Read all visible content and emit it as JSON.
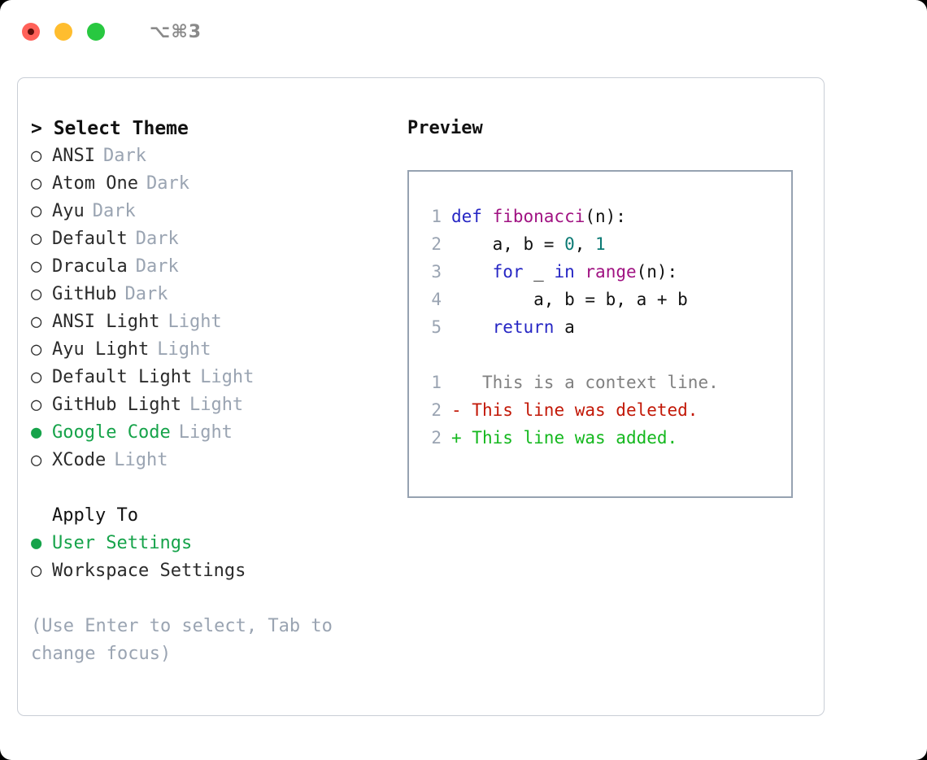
{
  "window": {
    "traffic_lights": [
      "close-button",
      "minimize-button",
      "maximize-button"
    ],
    "shortcut_label": "⌥⌘3"
  },
  "theme_picker": {
    "header": "> Select Theme",
    "options": [
      {
        "marker": "○",
        "name": "ANSI",
        "kind": "Dark",
        "selected": false
      },
      {
        "marker": "○",
        "name": "Atom One",
        "kind": "Dark",
        "selected": false
      },
      {
        "marker": "○",
        "name": "Ayu",
        "kind": "Dark",
        "selected": false
      },
      {
        "marker": "○",
        "name": "Default",
        "kind": "Dark",
        "selected": false
      },
      {
        "marker": "○",
        "name": "Dracula",
        "kind": "Dark",
        "selected": false
      },
      {
        "marker": "○",
        "name": "GitHub",
        "kind": "Dark",
        "selected": false
      },
      {
        "marker": "○",
        "name": "ANSI Light",
        "kind": "Light",
        "selected": false
      },
      {
        "marker": "○",
        "name": "Ayu Light",
        "kind": "Light",
        "selected": false
      },
      {
        "marker": "○",
        "name": "Default Light",
        "kind": "Light",
        "selected": false
      },
      {
        "marker": "○",
        "name": "GitHub Light",
        "kind": "Light",
        "selected": false
      },
      {
        "marker": "●",
        "name": "Google Code",
        "kind": "Light",
        "selected": true
      },
      {
        "marker": "○",
        "name": "XCode",
        "kind": "Light",
        "selected": false
      }
    ]
  },
  "apply_to": {
    "header": "Apply To",
    "options": [
      {
        "marker": "●",
        "name": "User Settings",
        "selected": true
      },
      {
        "marker": "○",
        "name": "Workspace Settings",
        "selected": false
      }
    ]
  },
  "hint": "(Use Enter to select, Tab to change focus)",
  "preview": {
    "title": "Preview",
    "code_lines": [
      {
        "no": "1",
        "tokens": [
          {
            "t": "def ",
            "c": "kw"
          },
          {
            "t": "fibonacci",
            "c": "fn"
          },
          {
            "t": "(n):",
            "c": "plain"
          }
        ]
      },
      {
        "no": "2",
        "tokens": [
          {
            "t": "    a, b = ",
            "c": "plain"
          },
          {
            "t": "0",
            "c": "num"
          },
          {
            "t": ", ",
            "c": "plain"
          },
          {
            "t": "1",
            "c": "num"
          }
        ]
      },
      {
        "no": "3",
        "tokens": [
          {
            "t": "    ",
            "c": "plain"
          },
          {
            "t": "for",
            "c": "kw"
          },
          {
            "t": " _ ",
            "c": "plain"
          },
          {
            "t": "in",
            "c": "kw"
          },
          {
            "t": " ",
            "c": "plain"
          },
          {
            "t": "range",
            "c": "fn"
          },
          {
            "t": "(n):",
            "c": "plain"
          }
        ]
      },
      {
        "no": "4",
        "tokens": [
          {
            "t": "        a, b = b, a + b",
            "c": "plain"
          }
        ]
      },
      {
        "no": "5",
        "tokens": [
          {
            "t": "    ",
            "c": "plain"
          },
          {
            "t": "return",
            "c": "kw"
          },
          {
            "t": " a",
            "c": "plain"
          }
        ]
      }
    ],
    "diff_lines": [
      {
        "no": "1",
        "sign": " ",
        "text": "  This is a context line.",
        "c": "ctx"
      },
      {
        "no": "2",
        "sign": "-",
        "text": " This line was deleted.",
        "c": "del"
      },
      {
        "no": "2",
        "sign": "+",
        "text": " This line was added.",
        "c": "add"
      }
    ]
  },
  "colors": {
    "accent_green": "#16a34a",
    "muted": "#9aa4b2",
    "keyword": "#2626c4",
    "function": "#a01282",
    "number": "#0b7a74",
    "diff_add": "#14b81e",
    "diff_del": "#c21807",
    "panel_border": "#c9ced6",
    "preview_border": "#96a2b1"
  }
}
